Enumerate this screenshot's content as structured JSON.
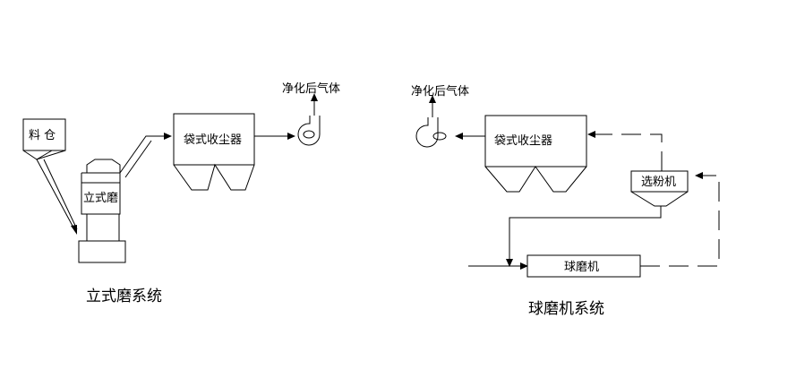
{
  "vertical_mill_system": {
    "silo_label": "料  仓",
    "mill_label": "立式磨",
    "dust_collector_label": "袋式收尘器",
    "exhaust_label": "净化后气体",
    "system_title": "立式磨系统"
  },
  "ball_mill_system": {
    "exhaust_label": "净化后气体",
    "dust_collector_label": "袋式收尘器",
    "separator_label": "选粉机",
    "ball_mill_label": "球磨机",
    "system_title": "球磨机系统"
  }
}
